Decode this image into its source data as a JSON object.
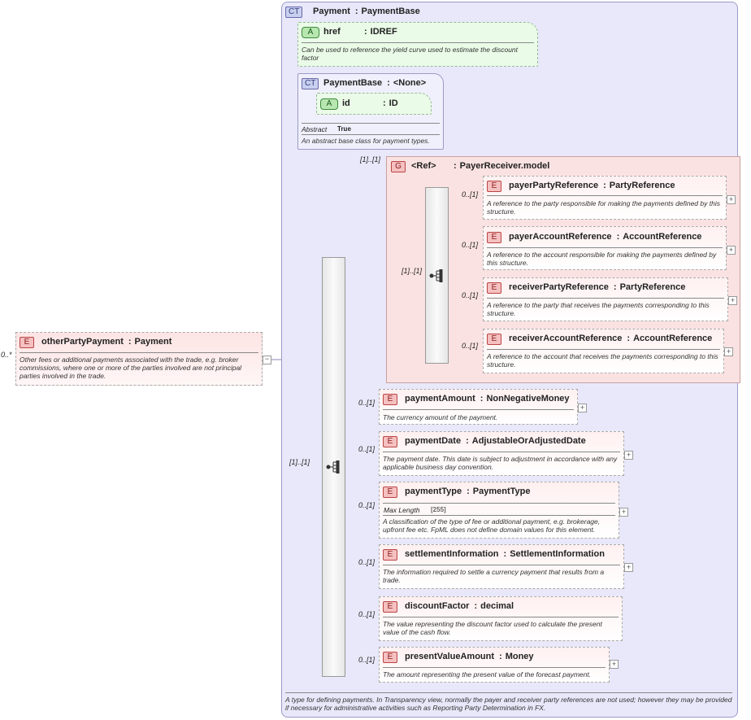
{
  "root": {
    "badge": "E",
    "cardinality": "0..*",
    "name": "otherPartyPayment",
    "type": "Payment",
    "doc": "Other fees or additional payments associated with the trade, e.g. broker commissions, where one or more of the parties involved are not principal parties involved in the trade."
  },
  "payment_ct": {
    "badge": "CT",
    "name": "Payment",
    "type": "PaymentBase",
    "doc": "A type for defining payments. In Transparency view, normally the payer and receiver party references are not used; however they may be provided if necessary for administrative activities such as Reporting Party Determination in FX."
  },
  "href_attr": {
    "badge": "A",
    "name": "href",
    "type": "IDREF",
    "doc": "Can be used to reference the yield curve used to estimate the discount factor"
  },
  "payment_base": {
    "badge": "CT",
    "name": "PaymentBase",
    "type": "<None>",
    "attr_badge": "A",
    "attr_name": "id",
    "attr_type": "ID",
    "abstract_label": "Abstract",
    "abstract_value": "True",
    "doc": "An abstract base class for payment types."
  },
  "sequence": {
    "outer_card": "[1]..[1]",
    "inner_card": "[1]..[1]"
  },
  "group": {
    "badge": "G",
    "card": "[1]..[1]",
    "name": "<Ref>",
    "type": "PayerReceiver.model",
    "elements": [
      {
        "badge": "E",
        "card": "0..[1]",
        "name": "payerPartyReference",
        "type": "PartyReference",
        "doc": "A reference to the party responsible for making the payments defined by this structure."
      },
      {
        "badge": "E",
        "card": "0..[1]",
        "name": "payerAccountReference",
        "type": "AccountReference",
        "doc": "A reference to the account responsible for making the payments defined by this structure."
      },
      {
        "badge": "E",
        "card": "0..[1]",
        "name": "receiverPartyReference",
        "type": "PartyReference",
        "doc": "A reference to the party that receives the payments corresponding to this structure."
      },
      {
        "badge": "E",
        "card": "0..[1]",
        "name": "receiverAccountReference",
        "type": "AccountReference",
        "doc": "A reference to the account that receives the payments corresponding to this structure."
      }
    ]
  },
  "elements": [
    {
      "badge": "E",
      "card": "0..[1]",
      "name": "paymentAmount",
      "type": "NonNegativeMoney",
      "doc": "The currency amount of the payment."
    },
    {
      "badge": "E",
      "card": "0..[1]",
      "name": "paymentDate",
      "type": "AdjustableOrAdjustedDate",
      "doc": "The payment date. This date is subject to adjustment in accordance with any applicable business day convention."
    },
    {
      "badge": "E",
      "card": "0..[1]",
      "name": "paymentType",
      "type": "PaymentType",
      "prop_label": "Max Length",
      "prop_value": "[255]",
      "doc": "A classification of the type of fee or additional payment, e.g. brokerage, upfront fee etc. FpML does not define domain values for this element."
    },
    {
      "badge": "E",
      "card": "0..[1]",
      "name": "settlementInformation",
      "type": "SettlementInformation",
      "doc": "The information required to settle a currency payment that results from a trade."
    },
    {
      "badge": "E",
      "card": "0..[1]",
      "name": "discountFactor",
      "type": "decimal",
      "doc": "The value representing the discount factor used to calculate the present value of the cash flow."
    },
    {
      "badge": "E",
      "card": "0..[1]",
      "name": "presentValueAmount",
      "type": "Money",
      "doc": "The amount representing the present value of the forecast payment."
    }
  ],
  "symbols": {
    "colon": ":",
    "plus": "+",
    "minus": "−"
  },
  "colors": {
    "ct_bg": "#e8e8fa",
    "attr_bg": "#eafbe8",
    "group_bg": "#fbe2e2",
    "element_badge": "#f5c0c0"
  }
}
